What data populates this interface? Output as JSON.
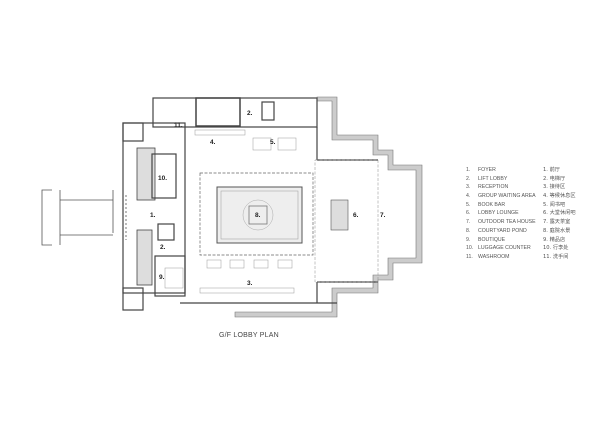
{
  "plan": {
    "title": "G/F LOBBY PLAN",
    "room_labels": [
      "1.",
      "2.",
      "2.",
      "3.",
      "4.",
      "5.",
      "6.",
      "7.",
      "8.",
      "9.",
      "10.",
      "11."
    ]
  },
  "legend": {
    "english": [
      {
        "num": "1.",
        "label": "FOYER"
      },
      {
        "num": "2.",
        "label": "LIFT LOBBY"
      },
      {
        "num": "3.",
        "label": "RECEPTION"
      },
      {
        "num": "4.",
        "label": "GROUP WAITING AREA"
      },
      {
        "num": "5.",
        "label": "BOOK BAR"
      },
      {
        "num": "6.",
        "label": "LOBBY LOUNGE"
      },
      {
        "num": "7.",
        "label": "OUTDOOR TEA HOUSE"
      },
      {
        "num": "8.",
        "label": "COURTYARD POND"
      },
      {
        "num": "9.",
        "label": "BOUTIQUE"
      },
      {
        "num": "10.",
        "label": "LUGGAGE COUNTER"
      },
      {
        "num": "11.",
        "label": "WASHROOM"
      }
    ],
    "chinese": [
      "1. 前厅",
      "2. 电梯厅",
      "3. 接待区",
      "4. 等候休息区",
      "5. 阅书吧",
      "6. 大堂休闲吧",
      "7. 露天茶室",
      "8. 庭院水景",
      "9. 精品店",
      "10. 行李处",
      "11. 洗手间"
    ]
  }
}
